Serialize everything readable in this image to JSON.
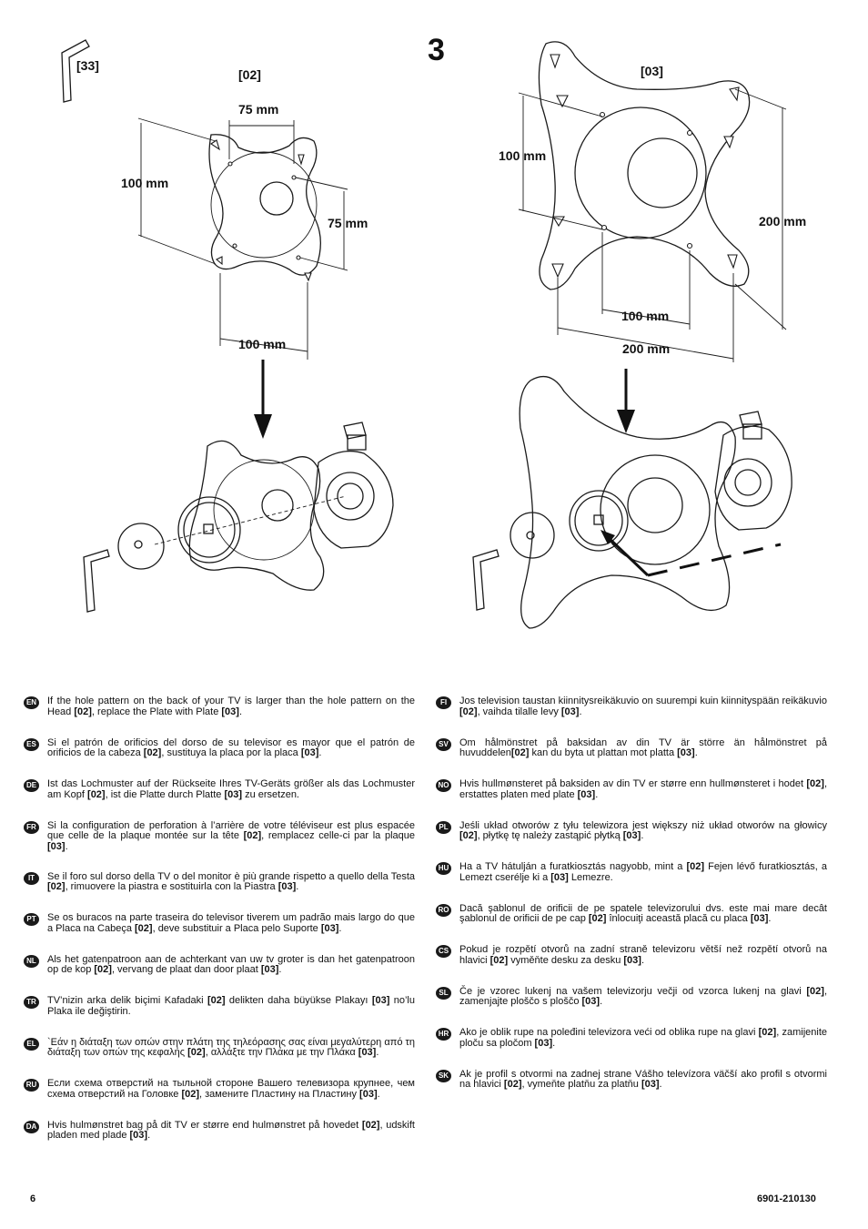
{
  "diagram": {
    "step_number": "3",
    "left": {
      "tool_label": "[33]",
      "plate_label": "[02]",
      "dim_top": "75 mm",
      "dim_left": "100 mm",
      "dim_right": "75 mm",
      "dim_bottom": "100 mm"
    },
    "right": {
      "plate_label": "[03]",
      "dim_left": "100 mm",
      "dim_right": "200 mm",
      "dim_bottom_inner": "100 mm",
      "dim_bottom_outer": "200 mm"
    }
  },
  "instructions_left": [
    {
      "code": "EN",
      "pre": "If the hole pattern on the back of your TV is larger than the hole pattern on the Head ",
      "r1": "[02]",
      "mid": ",  replace the Plate with Plate ",
      "r2": "[03]",
      "post": "."
    },
    {
      "code": "ES",
      "pre": "Si el patrón de orificios del dorso de su televisor es mayor que el   patrón de orificios de la cabeza ",
      "r1": "[02]",
      "mid": ", sustituya la placa por la placa ",
      "r2": "[03]",
      "post": "."
    },
    {
      "code": "DE",
      "pre": "Ist das Lochmuster auf der Rückseite Ihres TV-Geräts größer als das Lochmuster am Kopf ",
      "r1": "[02]",
      "mid": ", ist die Platte durch Platte ",
      "r2": "[03]",
      "post": " zu ersetzen."
    },
    {
      "code": "FR",
      "pre": "Si la configuration de perforation à l’arrière de votre téléviseur est plus espacée que celle de la plaque montée sur la tête ",
      "r1": "[02]",
      "mid": ", remplacez celle-ci par la plaque ",
      "r2": "[03]",
      "post": "."
    },
    {
      "code": "IT",
      "pre": "Se il foro sul dorso della TV o del monitor è più grande rispetto a quello della Testa ",
      "r1": "[02]",
      "mid": ", rimuovere la piastra e sostituirla con la Piastra ",
      "r2": "[03]",
      "post": "."
    },
    {
      "code": "PT",
      "pre": "Se os buracos na parte traseira do televisor tiverem um padrão mais largo do que a Placa na Cabeça ",
      "r1": "[02]",
      "mid": ", deve substituir a Placa pelo Suporte ",
      "r2": "[03]",
      "post": "."
    },
    {
      "code": "NL",
      "pre": "Als het gatenpatroon aan de achterkant van uw tv groter is dan het gatenpatroon op de kop ",
      "r1": "[02]",
      "mid": ", vervang de plaat dan door plaat ",
      "r2": "[03]",
      "post": "."
    },
    {
      "code": "TR",
      "pre": "TV’nizin arka delik biçimi Kafadaki ",
      "r1": "[02]",
      "mid": " delikten daha büyükse Plakayı ",
      "r2": "[03]",
      "post": " no’lu Plaka ile değiştirin."
    },
    {
      "code": "EL",
      "pre": "`Εάν η διάταξη των οπών στην πλάτη της τηλεόρασης σας είναι μεγαλύτερη από τη διάταξη των οπών της κεφαλής ",
      "r1": "[02]",
      "mid": ", αλλάξτε την Πλάκα με την Πλάκα ",
      "r2": "[03]",
      "post": "."
    },
    {
      "code": "RU",
      "pre": "Если схема отверстий на тыльной стороне Вашего телевизора крупнее, чем схема отверстий на Головке ",
      "r1": "[02]",
      "mid": ", замените Пластину на Пластину ",
      "r2": "[03]",
      "post": "."
    },
    {
      "code": "DA",
      "pre": "Hvis hulmønstret bag på dit TV er større end hulmønstret på hovedet ",
      "r1": "[02]",
      "mid": ", udskift pladen med plade ",
      "r2": "[03]",
      "post": "."
    }
  ],
  "instructions_right": [
    {
      "code": "FI",
      "pre": "Jos television taustan kiinnitysreikäkuvio on suurempi kuin kiinnityspään reikäkuvio ",
      "r1": "[02]",
      "mid": ", vaihda tilalle levy ",
      "r2": "[03]",
      "post": "."
    },
    {
      "code": "SV",
      "pre": "Om hålmönstret på baksidan av din TV är större än hålmönstret på huvuddelen",
      "r1": "[02]",
      "mid": " kan du byta ut plattan mot platta ",
      "r2": "[03]",
      "post": "."
    },
    {
      "code": "NO",
      "pre": "Hvis hullmønsteret på baksiden av din TV er større enn hullmønsteret i hodet ",
      "r1": "[02]",
      "mid": ", erstattes platen med plate ",
      "r2": "[03]",
      "post": "."
    },
    {
      "code": "PL",
      "pre": "Jeśli układ otworów z tyłu telewizora jest większy niż układ otworów na głowicy ",
      "r1": "[02]",
      "mid": ", płytkę tę należy zastąpić płytką ",
      "r2": "[03]",
      "post": "."
    },
    {
      "code": "HU",
      "pre": "Ha a TV hátulján a furatkiosztás nagyobb, mint a ",
      "r1": "[02]",
      "mid": " Fejen lévő furatkiosztás, a Lemezt cserélje ki a ",
      "r2": "[03]",
      "post": " Lemezre."
    },
    {
      "code": "RO",
      "pre": "Dacă şablonul de orificii de pe spatele televizorului dvs. este mai mare decât şablonul de orificii  de pe cap ",
      "r1": "[02]",
      "mid": " înlocuiţi această placă cu placa ",
      "r2": "[03]",
      "post": "."
    },
    {
      "code": "CS",
      "pre": "Pokud je rozpětí otvorů na zadní straně televizoru větší než rozpětí otvorů na hlavici ",
      "r1": "[02]",
      "mid": " vyměňte desku za desku ",
      "r2": "[03]",
      "post": "."
    },
    {
      "code": "SL",
      "pre": "Če je vzorec lukenj na vašem televizorju večji od vzorca lukenj na glavi ",
      "r1": "[02]",
      "mid": ", zamenjajte ploščo s ploščo ",
      "r2": "[03]",
      "post": "."
    },
    {
      "code": "HR",
      "pre": "Ako je oblik rupe na poleđini televizora veći od oblika rupe na glavi  ",
      "r1": "[02]",
      "mid": ", zamijenite ploču sa pločom ",
      "r2": "[03]",
      "post": "."
    },
    {
      "code": "SK",
      "pre": "Ak je profil s otvormi na zadnej strane Vášho televízora väčší ako profil s otvormi na hlavici ",
      "r1": "[02]",
      "mid": ", vymeňte platňu za platňu ",
      "r2": "[03]",
      "post": "."
    }
  ],
  "footer": {
    "page_number": "6",
    "doc_number": "6901-210130"
  }
}
